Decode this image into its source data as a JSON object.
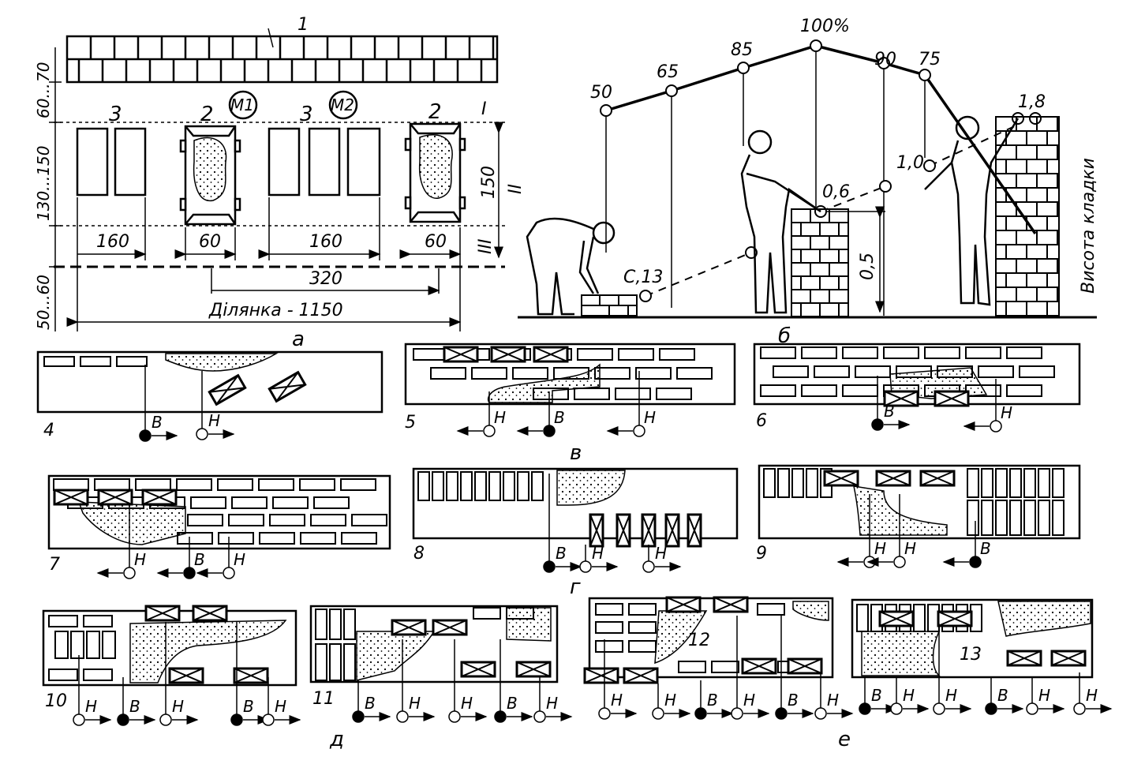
{
  "panel_a": {
    "label": "а",
    "callout_1": "1",
    "label_3": "3",
    "label_2": "2",
    "m1": "M1",
    "m2": "M2",
    "zone_I": "I",
    "zone_II": "II",
    "zone_III": "III",
    "dim_70": "70",
    "dim_60_70": "60...",
    "dim_130_150": "130...150",
    "dim_50_60": "50...60",
    "dim_160": "160",
    "dim_60": "60",
    "dim_150": "150",
    "dim_320": "320",
    "section": "Ділянка - 1150"
  },
  "panel_b": {
    "label": "б",
    "curve_values": [
      "50",
      "65",
      "85",
      "100%",
      "90",
      "75"
    ],
    "height_013": "C,13",
    "height_06": "0,6",
    "height_10": "1,0",
    "height_18": "1,8",
    "height_05": "0,5",
    "axis_label": "Висота кладки"
  },
  "groups": {
    "v": "в",
    "g": "г",
    "d": "д",
    "e": "е"
  },
  "schemes": {
    "n4": "4",
    "n5": "5",
    "n6": "6",
    "n7": "7",
    "n8": "8",
    "n9": "9",
    "n10": "10",
    "n11": "11",
    "n12": "12",
    "n13": "13"
  },
  "marks": {
    "v": "В",
    "n": "Н"
  }
}
